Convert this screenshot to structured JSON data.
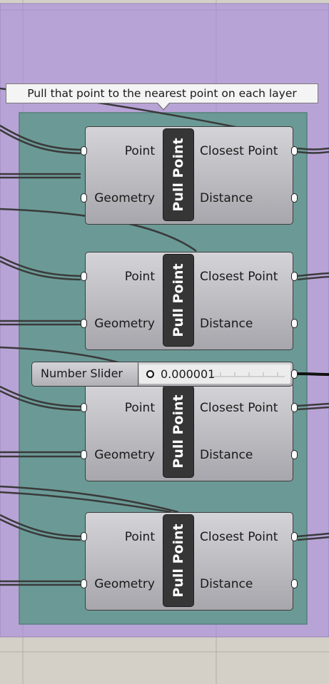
{
  "tooltip": {
    "text": "Pull that point to the nearest point on each layer"
  },
  "components": [
    {
      "nickname": "Pull Point",
      "inputs": [
        "Point",
        "Geometry"
      ],
      "outputs": [
        "Closest Point",
        "Distance"
      ]
    },
    {
      "nickname": "Pull Point",
      "inputs": [
        "Point",
        "Geometry"
      ],
      "outputs": [
        "Closest Point",
        "Distance"
      ]
    },
    {
      "nickname": "Pull Point",
      "inputs": [
        "Point",
        "Geometry"
      ],
      "outputs": [
        "Closest Point",
        "Distance"
      ]
    },
    {
      "nickname": "Pull Point",
      "inputs": [
        "Point",
        "Geometry"
      ],
      "outputs": [
        "Closest Point",
        "Distance"
      ]
    }
  ],
  "slider": {
    "label": "Number Slider",
    "value": "0.000001"
  },
  "colors": {
    "canvas": "#d4d0c8",
    "group_outer": "#b8a3d6",
    "group_inner": "#6b9a96",
    "wire": "#3a3a3a"
  }
}
